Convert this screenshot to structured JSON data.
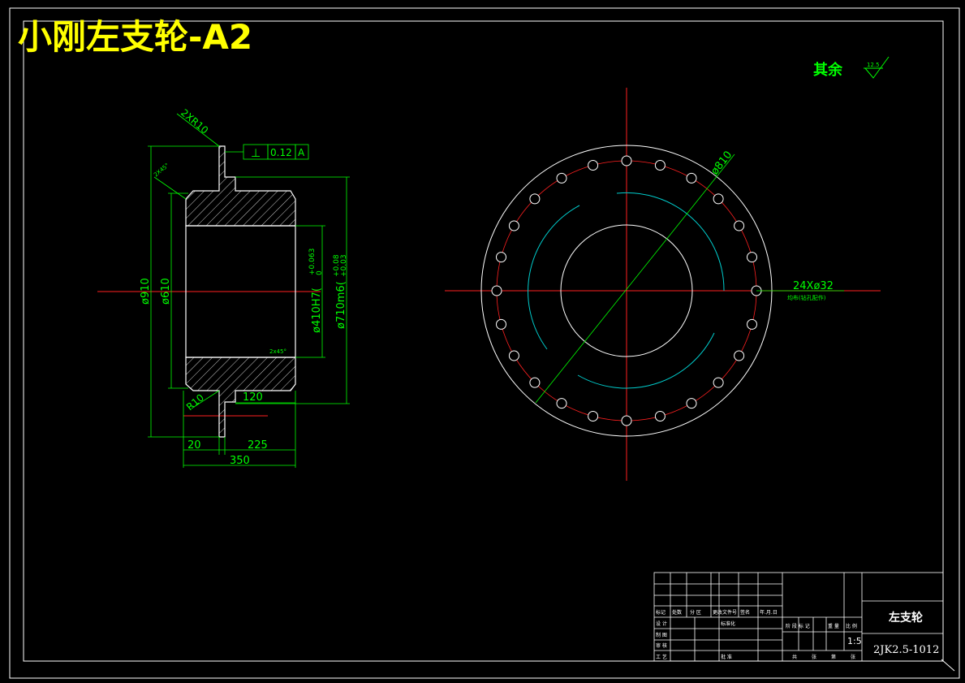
{
  "sheet_title": "小刚左支轮-A2",
  "surface_finish": {
    "label": "其余",
    "value": "12.5"
  },
  "side_view": {
    "geometric_tolerance": {
      "symbol": "⊥",
      "value": "0.12",
      "datum": "A"
    },
    "dims": {
      "fillet_top": "2XR10",
      "chamfer_left": "2X45°",
      "chamfer_right": "2x45°",
      "fillet_bottom": "R10",
      "dia_outer": "ø910",
      "dia_inner": "ø610",
      "dia_bore": "ø410H7(",
      "bore_tol_upper": "+0.063",
      "bore_tol_lower": "0",
      "dia_spigot": "ø710m6(",
      "spigot_tol_upper": "+0.08",
      "spigot_tol_lower": "+0.03",
      "flange_offset": "120",
      "flange_thickness": "20",
      "hub_width": "225",
      "total_width": "350"
    }
  },
  "front_view": {
    "pcd_label": "ø810",
    "holes_label": "24Xø32",
    "holes_note": "均布(钻孔配作)",
    "hole_count": 24,
    "pcd": 810,
    "outer_dia": 910,
    "bore": 410
  },
  "title_block": {
    "part_name": "左支轮",
    "drawing_no": "2JK2.5-1012",
    "scale": "1:5",
    "rev_headers": [
      "标记",
      "处数",
      "分 区",
      "更改文件号",
      "签名",
      "年.月.日"
    ],
    "sign_rows": [
      "设 计",
      "制 图",
      "审 核",
      "工 艺"
    ],
    "std_label": "标准化",
    "approve_label": "批 准",
    "stage_headers": [
      "阶 段 标 记",
      "重 量",
      "比 例"
    ],
    "sheet_info": [
      "共",
      "张",
      "第",
      "张"
    ]
  },
  "colors": {
    "outline": "#ffffff",
    "centerline": "#ff2020",
    "dimension": "#00ff00",
    "arc": "#00cccc",
    "title": "#ffff00"
  }
}
